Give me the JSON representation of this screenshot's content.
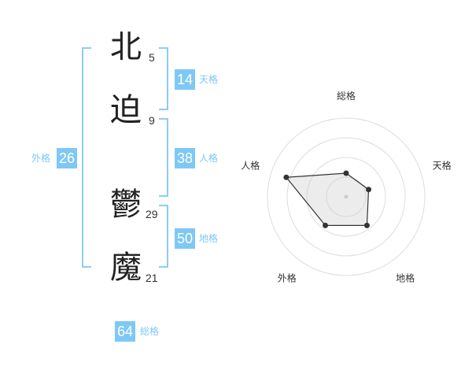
{
  "name_chars": [
    {
      "char": "北",
      "strokes": "5"
    },
    {
      "char": "迫",
      "strokes": "9"
    },
    {
      "char": "鬱",
      "strokes": "29"
    },
    {
      "char": "魔",
      "strokes": "21"
    }
  ],
  "fortunes": {
    "tenkaku": {
      "value": "14",
      "label": "天格"
    },
    "jinkaku": {
      "value": "38",
      "label": "人格"
    },
    "chikaku": {
      "value": "50",
      "label": "地格"
    },
    "gaikaku": {
      "value": "26",
      "label": "外格"
    },
    "soukaku": {
      "value": "64",
      "label": "総格"
    }
  },
  "colors": {
    "accent": "#7ec8f5",
    "bracket": "#8ccdf3"
  },
  "chart_data": {
    "type": "radar",
    "axes": [
      "総格",
      "天格",
      "地格",
      "外格",
      "人格"
    ],
    "values": [
      0.3,
      0.3,
      0.45,
      0.45,
      0.8
    ],
    "rings": 4,
    "legend": "none",
    "grid": true
  }
}
